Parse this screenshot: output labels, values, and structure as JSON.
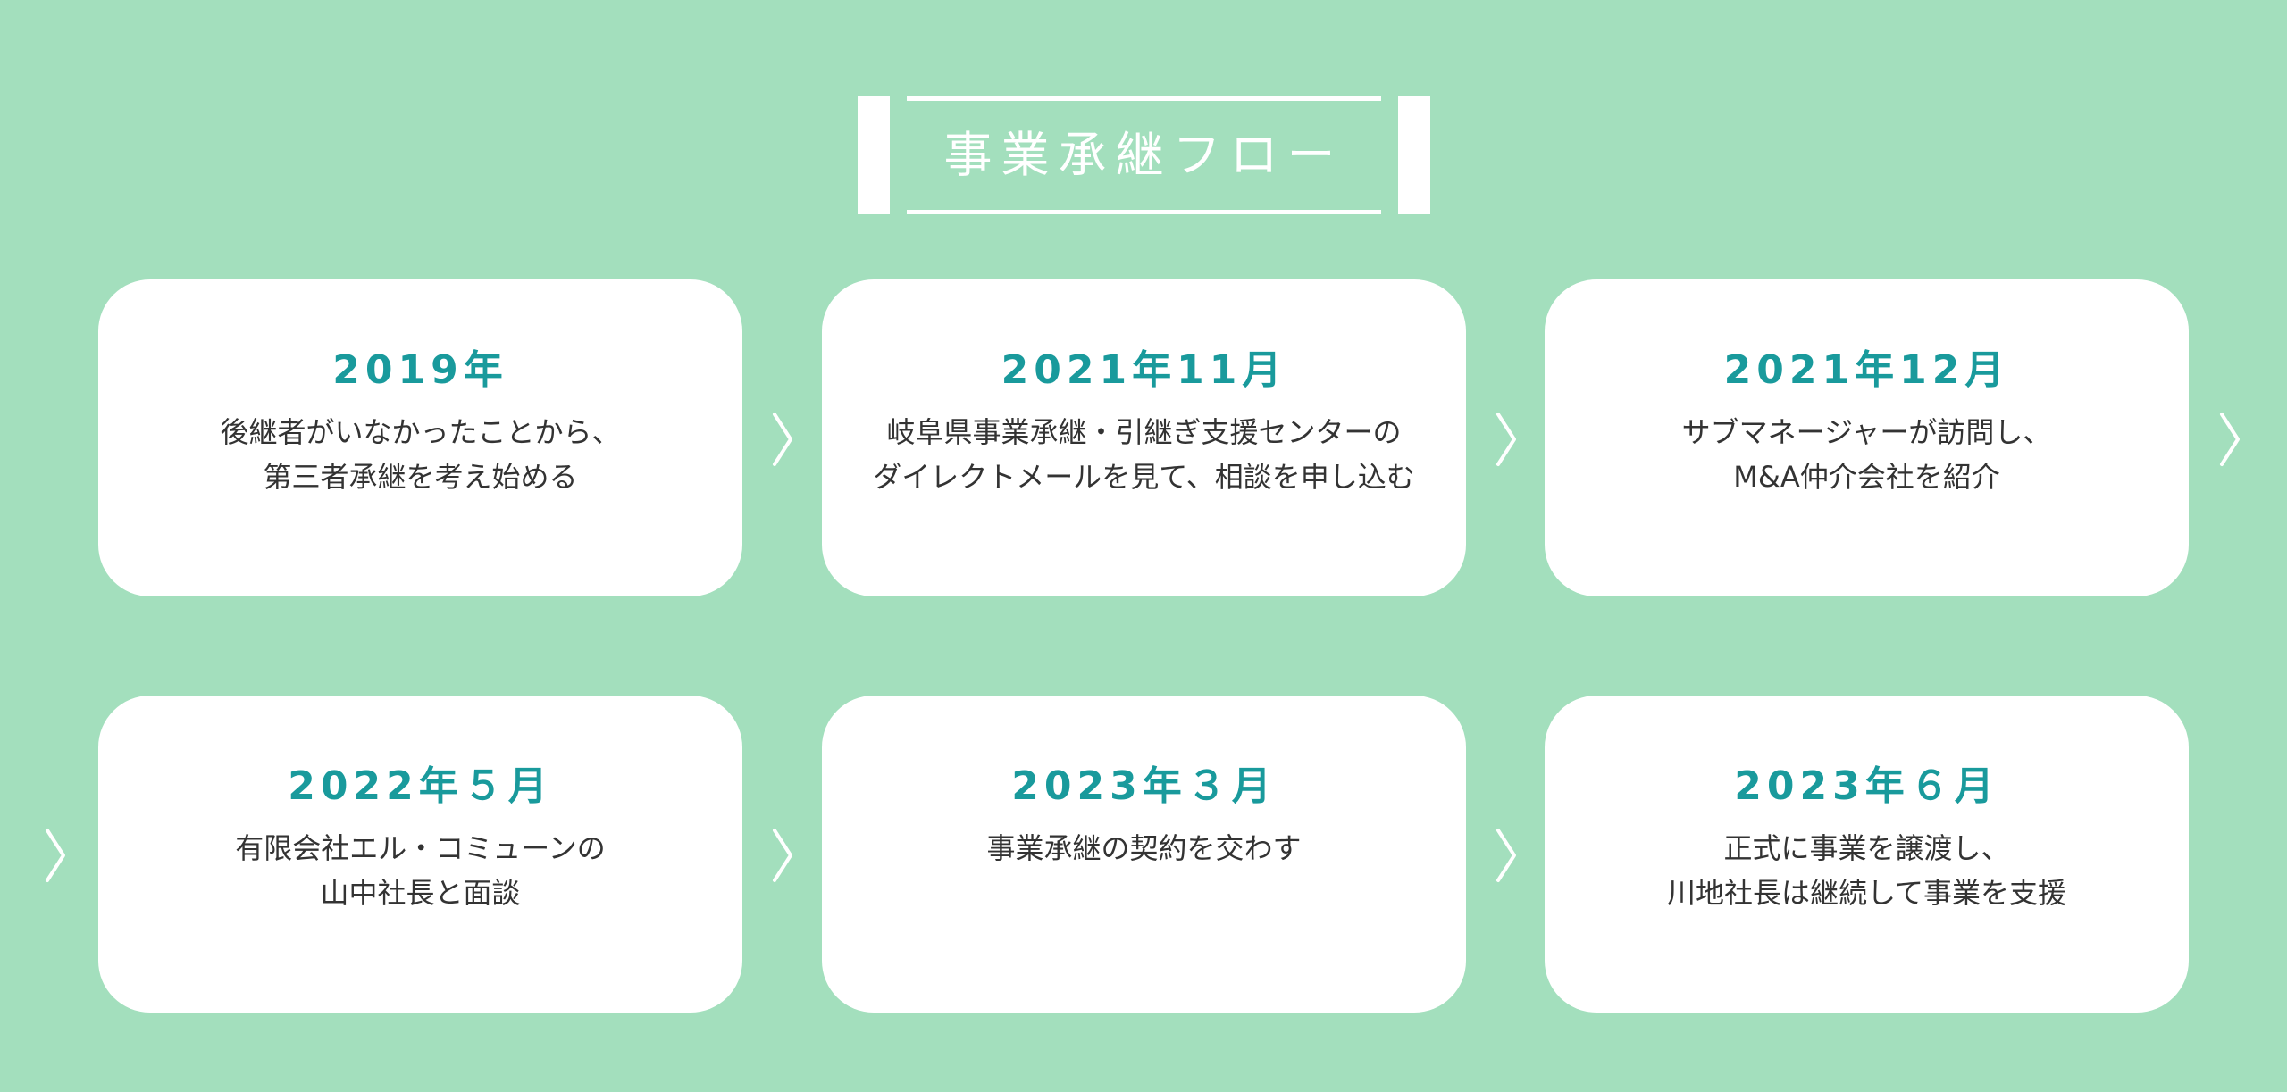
{
  "title": "事業承継フロー",
  "steps": [
    {
      "date": "2019年",
      "lines": [
        "後継者がいなかったことから、",
        "第三者承継を考え始める"
      ]
    },
    {
      "date": "2021年11月",
      "lines": [
        "岐阜県事業承継・引継ぎ支援センターの",
        "ダイレクトメールを見て、相談を申し込む"
      ]
    },
    {
      "date": "2021年12月",
      "lines": [
        "サブマネージャーが訪問し、",
        "M&A仲介会社を紹介"
      ]
    },
    {
      "date": "2022年５月",
      "lines": [
        "有限会社エル・コミューンの",
        "山中社長と面談"
      ]
    },
    {
      "date": "2023年３月",
      "lines": [
        "事業承継の契約を交わす"
      ]
    },
    {
      "date": "2023年６月",
      "lines": [
        "正式に事業を譲渡し、",
        "川地社長は継続して事業を支援"
      ]
    }
  ],
  "colors": {
    "background": "#a3dfbd",
    "card": "#ffffff",
    "date": "#199a9c",
    "arrow": "#ffffff"
  },
  "icons": {
    "arrow": "chevron-right-icon"
  }
}
